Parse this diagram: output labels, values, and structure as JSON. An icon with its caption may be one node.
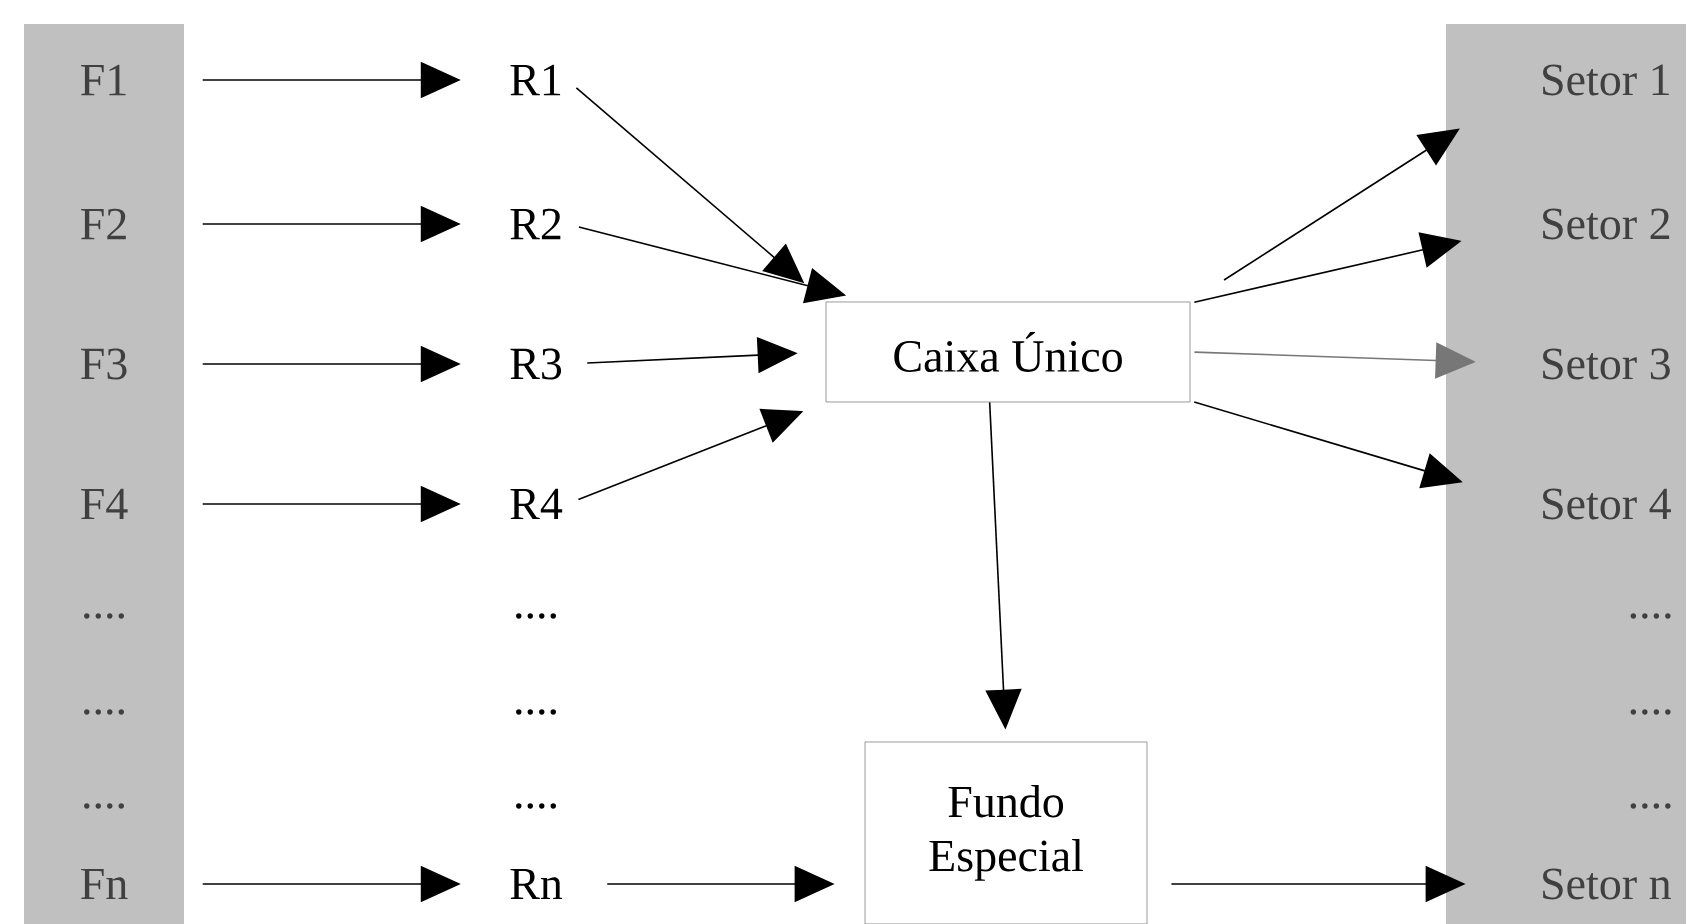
{
  "diagram": {
    "nodes": [
      {
        "text": [],
        "shape": "bar"
      },
      {
        "text": [
          "F1"
        ],
        "in": 0
      },
      {
        "text": [
          "F2"
        ],
        "in": 0
      },
      {
        "text": [
          "F3"
        ],
        "in": 0
      },
      {
        "text": [
          "F4"
        ],
        "in": 0
      },
      {
        "text": [
          "Fn"
        ],
        "in": 0
      },
      {
        "text": [
          "R1"
        ]
      },
      {
        "text": [
          "R2"
        ]
      },
      {
        "text": [
          "R3"
        ]
      },
      {
        "text": [
          "R4"
        ]
      },
      {
        "text": [
          "Rn"
        ]
      },
      {
        "text": [
          "Caixa Único"
        ]
      },
      {
        "text": [
          "Fundo",
          "Especial"
        ]
      },
      {
        "text": [],
        "shape": "bar"
      },
      {
        "text": [
          "Setor 1"
        ],
        "in": 13
      },
      {
        "text": [
          "Setor 2"
        ],
        "in": 13
      },
      {
        "text": [
          "Setor 3"
        ],
        "in": 13
      },
      {
        "text": [
          "Setor 4"
        ],
        "in": 13
      },
      {
        "text": [
          "Setor n"
        ],
        "in": 13
      }
    ],
    "edges": [
      {
        "from": 1,
        "to": 6,
        "arrow": "to"
      },
      {
        "from": 2,
        "to": 7,
        "arrow": "to"
      },
      {
        "from": 3,
        "to": 8,
        "arrow": "to"
      },
      {
        "from": 4,
        "to": 9,
        "arrow": "to"
      },
      {
        "from": 5,
        "to": 10,
        "arrow": "to"
      },
      {
        "from": 6,
        "to": 11,
        "arrow": "to"
      },
      {
        "from": 7,
        "to": 11,
        "arrow": "to"
      },
      {
        "from": 8,
        "to": 11,
        "arrow": "to"
      },
      {
        "from": 9,
        "to": 11,
        "arrow": "to"
      },
      {
        "from": 10,
        "to": 12,
        "arrow": "to"
      },
      {
        "from": 11,
        "to": 12,
        "arrow": "to"
      },
      {
        "from": 11,
        "to": 14,
        "arrow": "to"
      },
      {
        "from": 11,
        "to": 15,
        "arrow": "to"
      },
      {
        "from": 11,
        "to": 16,
        "arrow": "to",
        "color": "#777777"
      },
      {
        "from": 11,
        "to": 17,
        "arrow": "to"
      },
      {
        "from": 12,
        "to": 18,
        "arrow": "to"
      }
    ],
    "labels": [
      "....",
      "....",
      "....",
      "....",
      "....",
      "....",
      "....",
      "....",
      "...."
    ]
  }
}
